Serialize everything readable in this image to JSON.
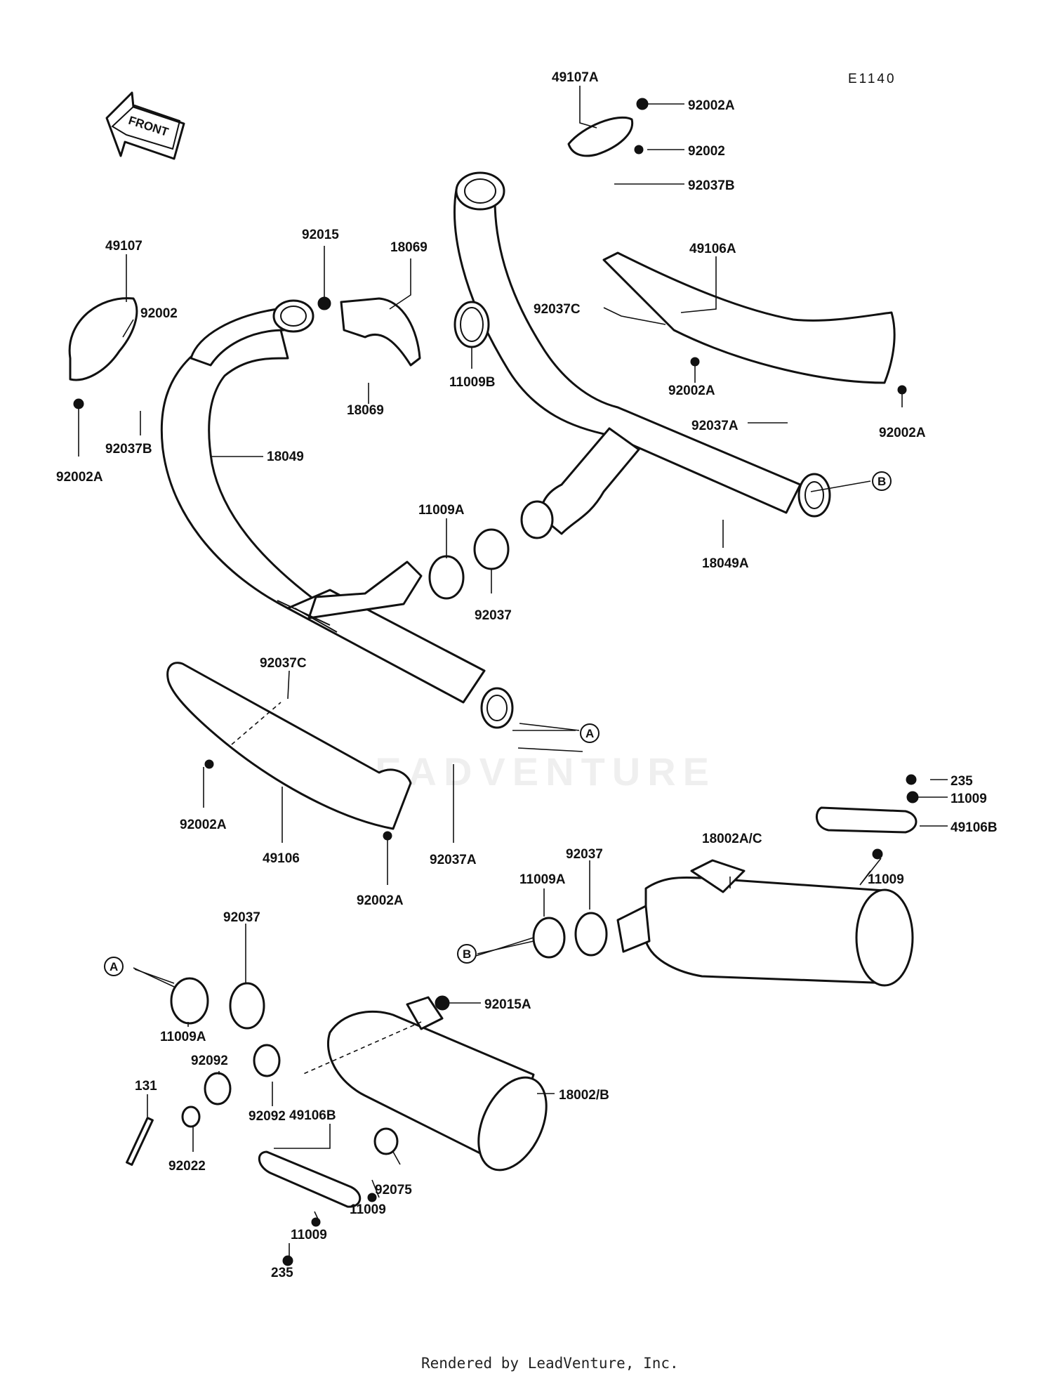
{
  "diagram": {
    "code": "E1140",
    "front_label": "FRONT",
    "watermark": "LEADVENTURE",
    "footer": "Rendered by LeadVenture, Inc.",
    "labels": {
      "p49107A": "49107A",
      "p92002A_1": "92002A",
      "p92002_1": "92002",
      "p92037B_1": "92037B",
      "p49106A": "49106A",
      "p92037C_1": "92037C",
      "p92002A_2": "92002A",
      "p92037A_1": "92037A",
      "p92002A_3": "92002A",
      "p18049A": "18049A",
      "p49107": "49107",
      "p92002_2": "92002",
      "p92037B_2": "92037B",
      "p92002A_4": "92002A",
      "p92015": "92015",
      "p18069_1": "18069",
      "p18069_2": "18069",
      "p11009B": "11009B",
      "p18049": "18049",
      "p11009A_1": "11009A",
      "p92037_1": "92037",
      "p92037C_2": "92037C",
      "p92002A_5": "92002A",
      "p49106": "49106",
      "p92002A_6": "92002A",
      "p92037A_2": "92037A",
      "p235_1": "235",
      "p11009_1": "11009",
      "p49106B_1": "49106B",
      "p18002AC": "18002A/C",
      "p11009_2": "11009",
      "p92037_2": "92037",
      "p11009A_2": "11009A",
      "p92037_3": "92037",
      "p11009A_3": "11009A",
      "p92015A": "92015A",
      "p92092_1": "92092",
      "p92092_2": "92092",
      "p18002B": "18002/B",
      "p131": "131",
      "p92022": "92022",
      "p49106B_2": "49106B",
      "p92075": "92075",
      "p11009_3": "11009",
      "p11009_4": "11009",
      "p235_2": "235"
    },
    "refs": {
      "a1": "A",
      "a2": "A",
      "b1": "B",
      "b2": "B"
    }
  }
}
